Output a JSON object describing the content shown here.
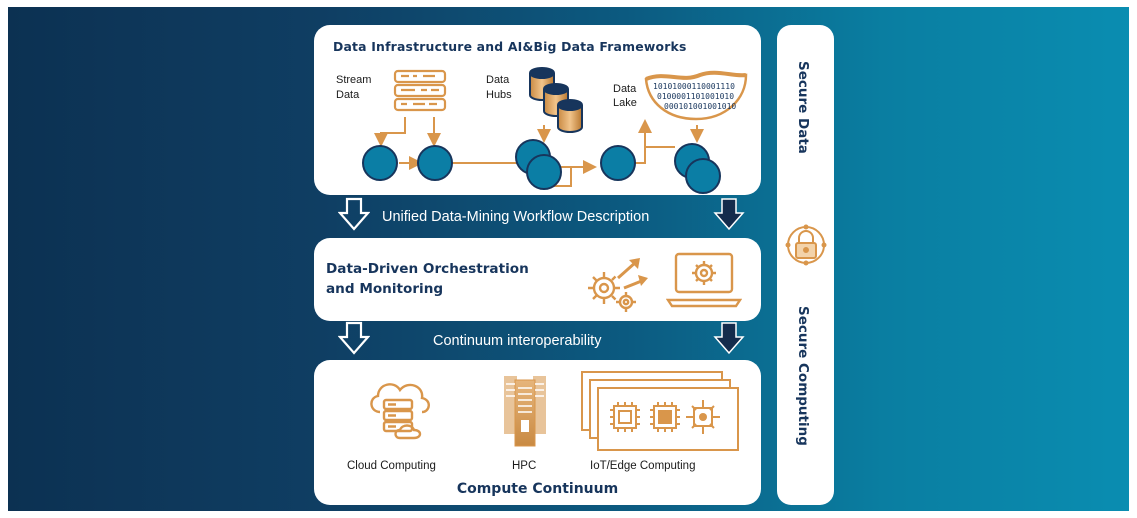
{
  "data_panel": {
    "title": "Data Infrastructure and AI&Big Data Frameworks",
    "stream_label_1": "Stream",
    "stream_label_2": "Data",
    "hubs_label_1": "Data",
    "hubs_label_2": "Hubs",
    "lake_label_1": "Data",
    "lake_label_2": "Lake",
    "binary_lines": [
      "10101000110001110",
      "0100001101001010",
      "000101001001010"
    ]
  },
  "banner_1": "Unified Data-Mining Workflow Description",
  "orchestration": {
    "title_line_1": "Data-Driven Orchestration",
    "title_line_2": "and Monitoring"
  },
  "banner_2": "Continuum interoperability",
  "compute": {
    "cloud_label": "Cloud Computing",
    "hpc_label": "HPC",
    "iot_label": "IoT/Edge Computing",
    "title": "Compute Continuum"
  },
  "secure": {
    "top_label": "Secure Data",
    "bottom_label": "Secure Computing"
  },
  "colors": {
    "navy": "#17355c",
    "teal_node": "#0b7ea5",
    "orange": "#d9964b",
    "arrow_dark": "#142c4c"
  }
}
